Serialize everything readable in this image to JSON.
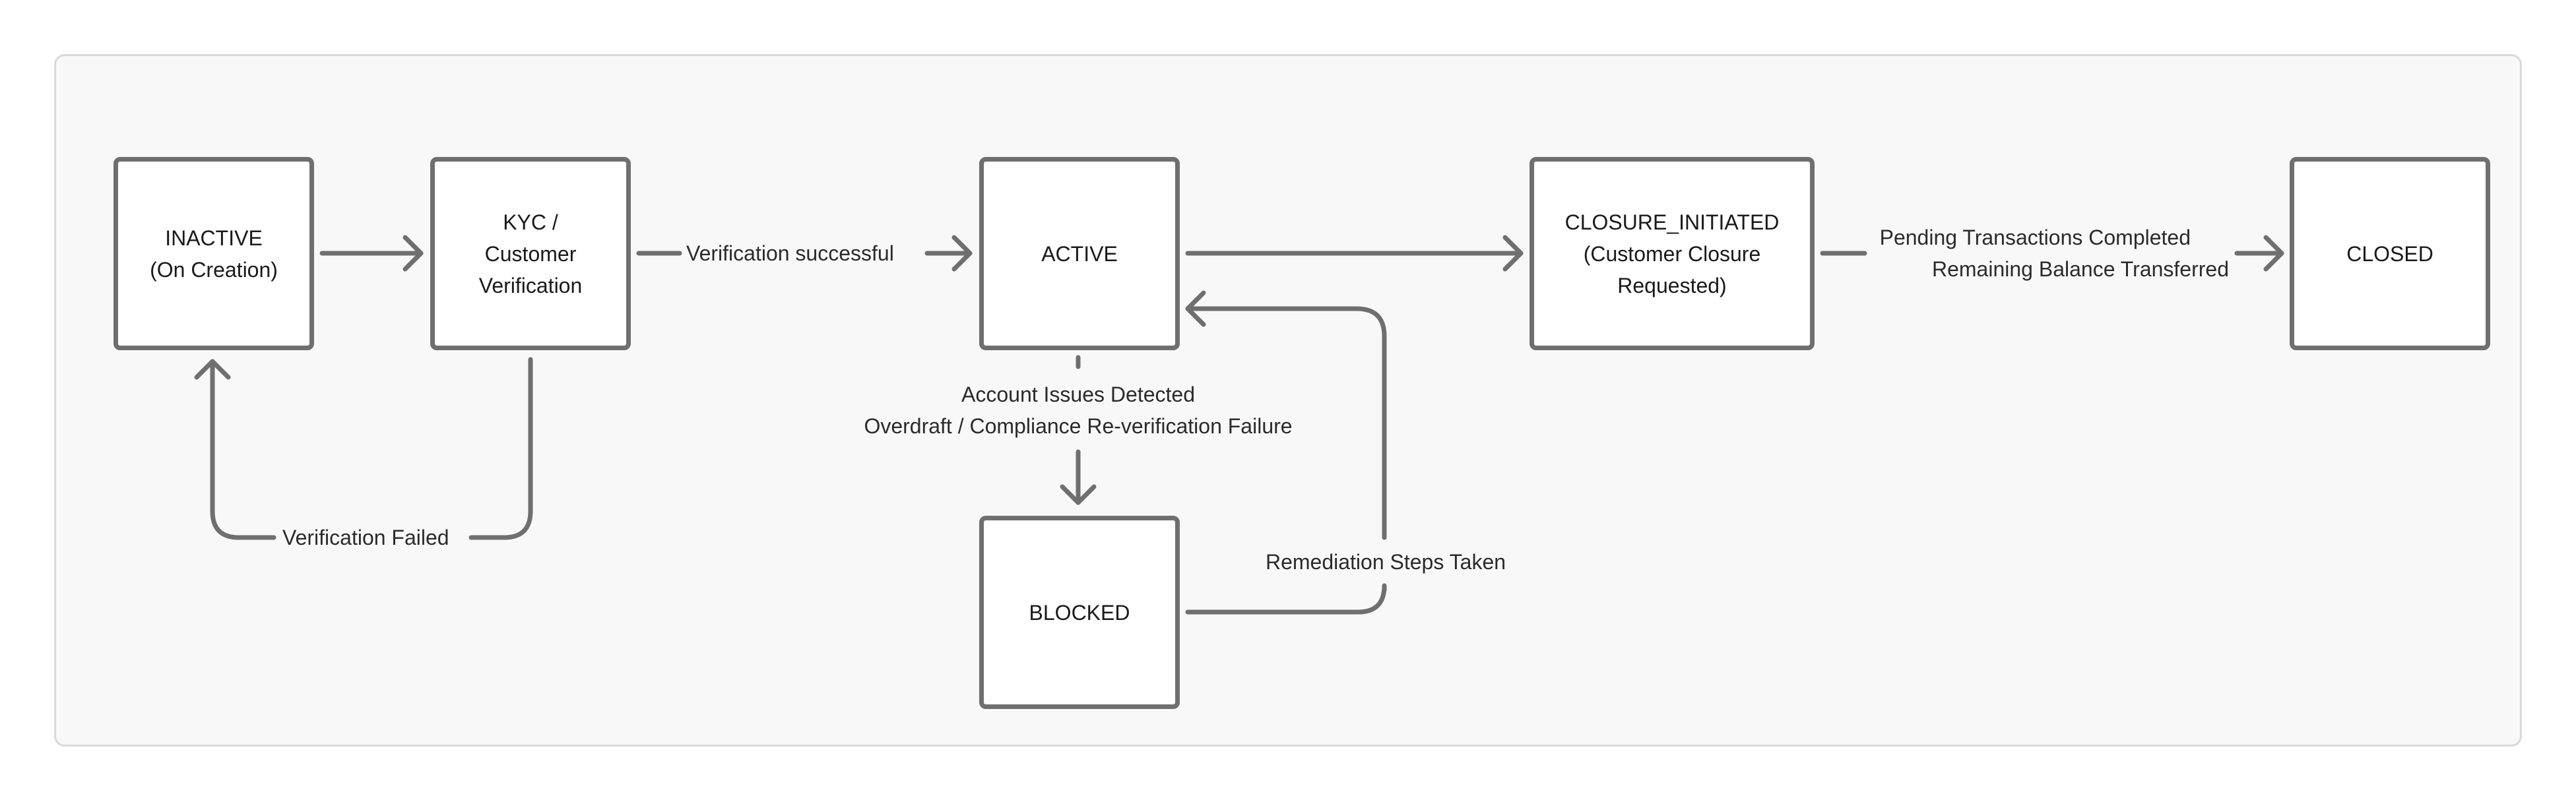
{
  "colors": {
    "canvas_background": "#f8f8f8",
    "stroke": "#6f6f6f",
    "node_fill": "#ffffff",
    "text": "#1a1a1a"
  },
  "nodes": {
    "inactive": "INACTIVE\n(On Creation)",
    "kyc": "KYC /\nCustomer\nVerification",
    "active": "ACTIVE",
    "closure_initiated": "CLOSURE_INITIATED\n(Customer Closure\nRequested)",
    "closed": "CLOSED",
    "blocked": "BLOCKED"
  },
  "edges": {
    "verification_successful": "Verification successful",
    "verification_failed": "Verification Failed",
    "account_issues_line1": "Account Issues Detected",
    "account_issues_line2": "Overdraft / Compliance Re-verification Failure",
    "remediation": "Remediation Steps Taken",
    "pending_line1": "Pending Transactions Completed",
    "pending_line2": "Remaining Balance Transferred"
  }
}
